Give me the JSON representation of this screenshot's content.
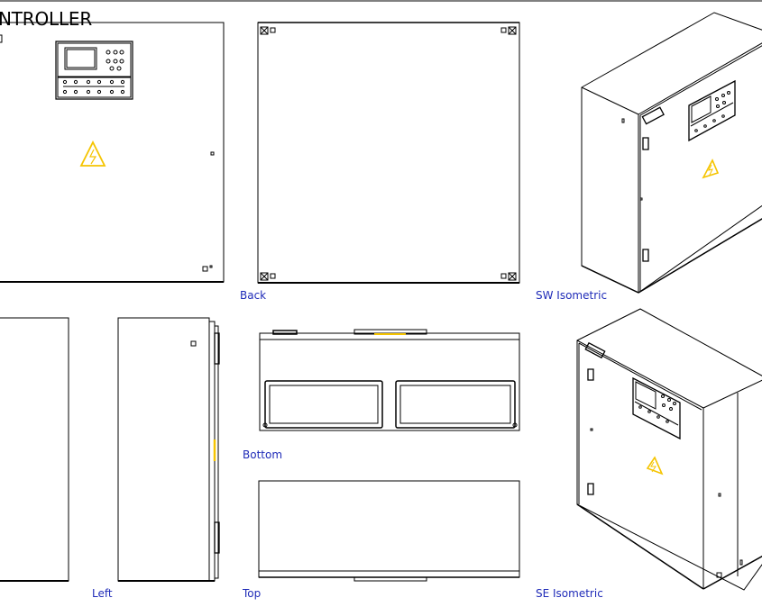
{
  "title": "NTROLLER",
  "views": {
    "back": "Back",
    "sw_isometric": "SW Isometric",
    "left": "Left",
    "bottom": "Bottom",
    "top": "Top",
    "se_isometric": "SE Isometric"
  },
  "colors": {
    "line": "#000000",
    "label": "#1f2bb8",
    "warning": "#f5c400",
    "background": "#ffffff"
  },
  "icons": [
    "warning-triangle-icon",
    "controller-panel-icon",
    "door-handle-icon"
  ]
}
